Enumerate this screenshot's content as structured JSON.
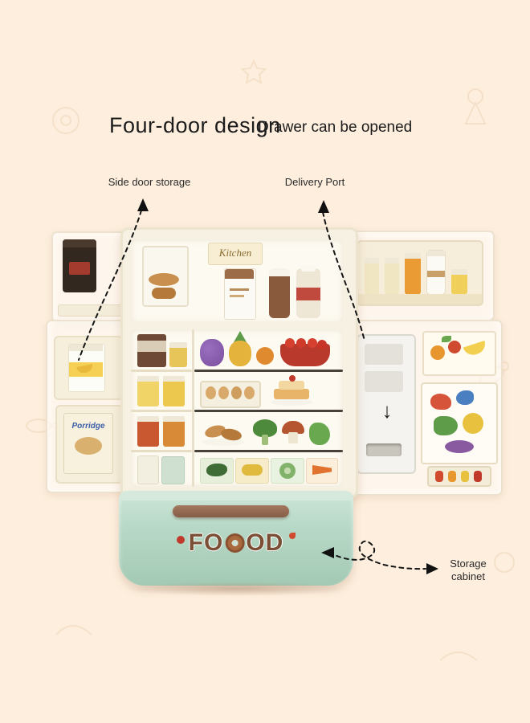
{
  "background": {
    "color": "#fdeedd"
  },
  "annotations": {
    "title": "Four-door design",
    "drawer_note": "Drawer can be opened",
    "side_door_label": "Side door storage",
    "delivery_label": "Delivery Port",
    "storage_label": "Storage cabinet"
  },
  "product": {
    "logo_prefix": "FO",
    "logo_suffix": "OD",
    "kitchen_sign": "Kitchen",
    "porridge_label": "Porridge",
    "colors": {
      "cabinet_mint": "#b7d8c6",
      "cream_shelf": "#f6efdc",
      "handle_brown": "#8a604a",
      "logo_brown": "#7a4f35",
      "annotation_black": "#1c1c1c"
    }
  },
  "icons": {
    "down_arrow": "↓"
  }
}
